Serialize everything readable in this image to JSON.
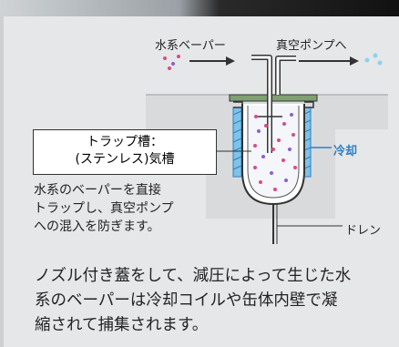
{
  "labels": {
    "vapor_in": "水系ベーパー",
    "vacuum_pump": "真空ポンプへ",
    "cooling": "冷却",
    "drain": "ドレン"
  },
  "trap_box": {
    "line1": "トラップ槽：",
    "line2": "(ステンレス)気槽"
  },
  "small_description": [
    "水系のベーパーを直接",
    "トラップし、真空ポンプ",
    "への混入を防ぎます。"
  ],
  "main_description": [
    "ノズル付き蓋をして、減圧によって生じた水",
    "系のベーパーは冷却コイルや缶体内壁で凝",
    "縮されて捕集されます。"
  ],
  "colors": {
    "panel_bg": "#e6e7e9",
    "cooling_blue": "#2f7fc2",
    "lid_green": "#7fa070",
    "dot_pink": "#d94a8a",
    "dot_purple": "#8a5fd0",
    "dot_light_blue": "#8fd0f0"
  }
}
